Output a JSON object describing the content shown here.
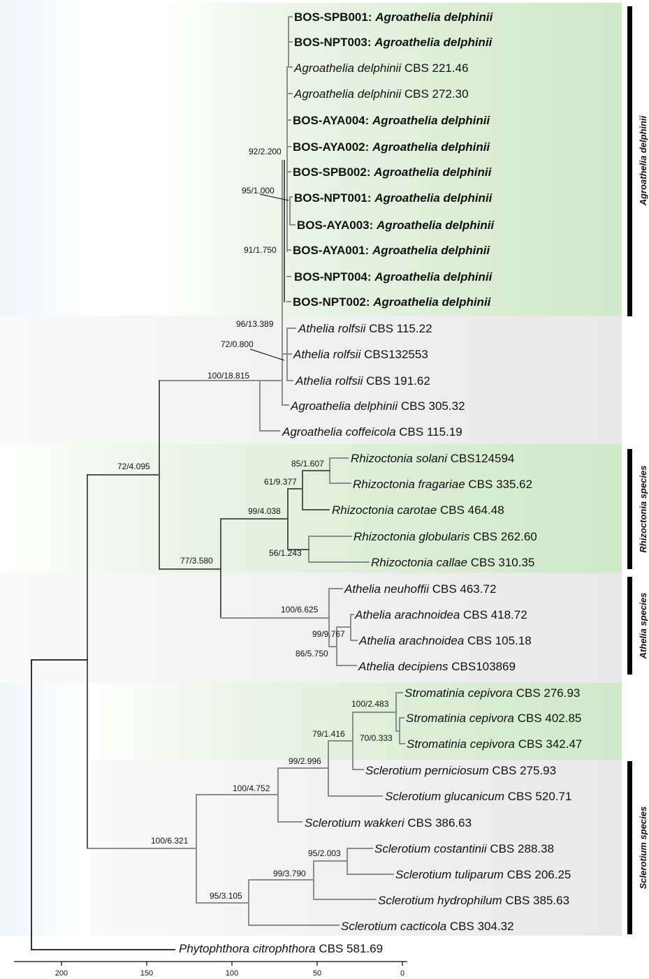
{
  "colors": {
    "branch": "#8c8c8c",
    "branch_dark": "#555555",
    "band_green": "#d6ebcf",
    "band_grey": "#ededed",
    "bar": "#000000"
  },
  "taxa": [
    {
      "italic": "",
      "plain": "",
      "bold_id": "BOS-SPB001:",
      "bold_italic": "Agroathelia delphinii"
    },
    {
      "italic": "",
      "plain": "",
      "bold_id": "BOS-NPT003:",
      "bold_italic": "Agroathelia delphinii"
    },
    {
      "italic": "Agroathelia delphinii",
      "plain": "CBS 221.46"
    },
    {
      "italic": "Agroathelia delphinii",
      "plain": "CBS 272.30"
    },
    {
      "italic": "",
      "plain": "",
      "bold_id": "BOS-AYA004:",
      "bold_italic": "Agroathelia delphinii"
    },
    {
      "italic": "",
      "plain": "",
      "bold_id": "BOS-AYA002:",
      "bold_italic": "Agroathelia delphinii"
    },
    {
      "italic": "",
      "plain": "",
      "bold_id": "BOS-SPB002:",
      "bold_italic": "Agroathelia delphinii"
    },
    {
      "italic": "",
      "plain": "",
      "bold_id": "BOS-NPT001:",
      "bold_italic": "Agroathelia delphinii"
    },
    {
      "italic": "",
      "plain": "",
      "bold_id": "BOS-AYA003:",
      "bold_italic": "Agroathelia delphinii"
    },
    {
      "italic": "",
      "plain": "",
      "bold_id": "BOS-AYA001:",
      "bold_italic": "Agroathelia delphinii"
    },
    {
      "italic": "",
      "plain": "",
      "bold_id": "BOS-NPT004:",
      "bold_italic": "Agroathelia delphinii"
    },
    {
      "italic": "",
      "plain": "",
      "bold_id": "BOS-NPT002:",
      "bold_italic": "Agroathelia delphinii"
    },
    {
      "italic": "Athelia rolfsii",
      "plain": "CBS 115.22"
    },
    {
      "italic": "Athelia rolfsii",
      "plain": "CBS132553"
    },
    {
      "italic": "Athelia rolfsii",
      "plain": "CBS 191.62"
    },
    {
      "italic": "Agroathelia delphinii",
      "plain": "CBS 305.32"
    },
    {
      "italic": "Agroathelia coffeicola",
      "plain": "CBS 115.19"
    },
    {
      "italic": "Rhizoctonia solani",
      "plain": "CBS124594"
    },
    {
      "italic": "Rhizoctonia fragariae",
      "plain": "CBS 335.62"
    },
    {
      "italic": "Rhizoctonia carotae",
      "plain": "CBS 464.48"
    },
    {
      "italic": "Rhizoctonia globularis",
      "plain": "CBS 262.60"
    },
    {
      "italic": "Rhizoctonia callae",
      "plain": "CBS 310.35"
    },
    {
      "italic": "Athelia neuhoffii",
      "plain": "CBS 463.72"
    },
    {
      "italic": "Athelia arachnoidea",
      "plain": "CBS 418.72"
    },
    {
      "italic": "Athelia arachnoidea",
      "plain": "CBS 105.18"
    },
    {
      "italic": "Athelia decipiens",
      "plain": "CBS103869"
    },
    {
      "italic": "Stromatinia cepivora",
      "plain": "CBS 276.93"
    },
    {
      "italic": "Stromatinia cepivora",
      "plain": "CBS 402.85"
    },
    {
      "italic": "Stromatinia cepivora",
      "plain": "CBS 342.47"
    },
    {
      "italic": "Sclerotium perniciosum",
      "plain": "CBS 275.93"
    },
    {
      "italic": "Sclerotium glucanicum",
      "plain": "CBS 520.71"
    },
    {
      "italic": "Sclerotium wakkeri",
      "plain": "CBS 386.63"
    },
    {
      "italic": "Sclerotium costantinii",
      "plain": "CBS 288.38"
    },
    {
      "italic": "Sclerotium tuliparum",
      "plain": "CBS 206.25"
    },
    {
      "italic": "Sclerotium hydrophilum",
      "plain": "CBS 385.63"
    },
    {
      "italic": "Sclerotium cacticola",
      "plain": "CBS 304.32"
    },
    {
      "italic": "Phytophthora citrophthora",
      "plain": "CBS 581.69"
    }
  ],
  "support_values": [
    "92/2.200",
    "95/1.000",
    "91/1.750",
    "96/13.389",
    "72/0.800",
    "100/18.815",
    "72/4.095",
    "85/1.607",
    "61/9.377",
    "99/4.038",
    "56/1.243",
    "77/3.580",
    "100/6.625",
    "99/9.767",
    "86/5.750",
    "100/2.483",
    "70/0.333",
    "79/1.416",
    "99/2.996",
    "100/4.752",
    "100/6.321",
    "95/2.003",
    "99/3.790",
    "95/3.105"
  ],
  "clades": [
    {
      "italic": "Agroathelia delphinii",
      "plain": ""
    },
    {
      "italic": "Rhizoctonia",
      "plain": " species"
    },
    {
      "italic": "Athelia",
      "plain": " species"
    },
    {
      "italic": "Sclerotium",
      "plain": " species"
    }
  ],
  "axis": {
    "ticks": [
      "200",
      "150",
      "100",
      "50",
      "0"
    ]
  }
}
